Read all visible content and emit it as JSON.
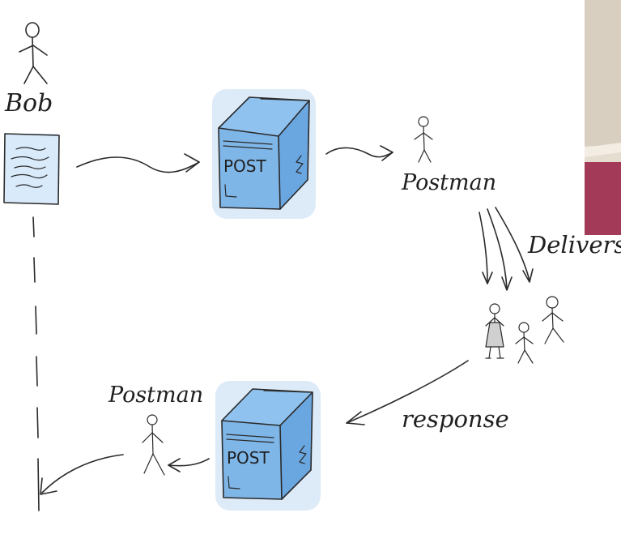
{
  "labels": {
    "sender": "Bob",
    "postman_top": "Postman",
    "delivers": "Delivers",
    "response": "response",
    "postman_bottom": "Postman"
  },
  "post_box_top": {
    "label": "POST"
  },
  "post_box_bottom": {
    "label": "POST"
  },
  "colors": {
    "box_fill": "#7fb6e8",
    "box_glow": "#cfe3f7",
    "letter_fill": "#d9eafb",
    "photo_wall": "#e6ddd1",
    "photo_accent": "#a23a58"
  }
}
